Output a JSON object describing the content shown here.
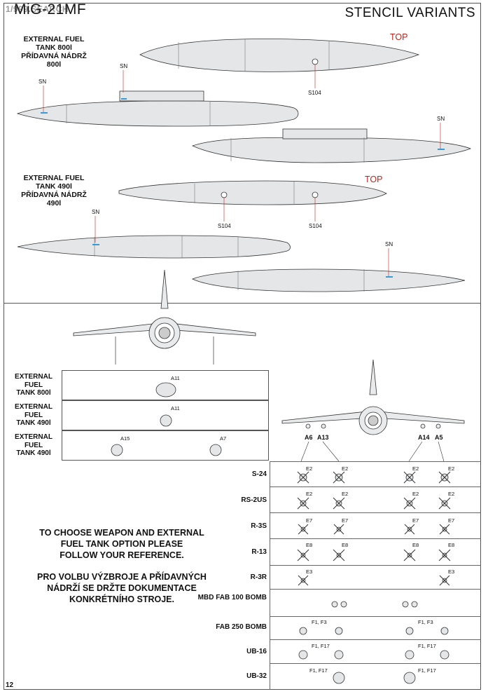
{
  "header": {
    "model": "MiG-21MF",
    "watermark": "1/999.SEARCH",
    "title": "STENCIL VARIANTS"
  },
  "page_number": "12",
  "tanks": {
    "tank800_label": [
      "EXTERNAL FUEL",
      "TANK 800l",
      "PŘÍDAVNÁ NÁDRŽ",
      "800l"
    ],
    "tank490_label": [
      "EXTERNAL FUEL",
      "TANK 490l",
      "PŘÍDAVNÁ NÁDRŽ",
      "490l"
    ],
    "top": "TOP",
    "sn": "SN",
    "s104": "S104"
  },
  "stations": {
    "rows": [
      {
        "label": [
          "EXTERNAL",
          "FUEL",
          "TANK 800l"
        ],
        "codes": [
          "A11"
        ]
      },
      {
        "label": [
          "EXTERNAL",
          "FUEL",
          "TANK 490l"
        ],
        "codes": [
          "A11"
        ]
      },
      {
        "label": [
          "EXTERNAL",
          "FUEL",
          "TANK 490l"
        ],
        "codes": [
          "A15",
          "A7"
        ]
      }
    ],
    "pylons": [
      "A6",
      "A13",
      "A14",
      "A5"
    ]
  },
  "weapons": [
    {
      "name": "S-24",
      "codes": [
        "E2",
        "E2",
        "E2",
        "E2"
      ]
    },
    {
      "name": "RS-2US",
      "codes": [
        "E2",
        "E2",
        "E2",
        "E2"
      ]
    },
    {
      "name": "R-3S",
      "codes": [
        "E7",
        "E7",
        "E7",
        "E7"
      ]
    },
    {
      "name": "R-13",
      "codes": [
        "E8",
        "E8",
        "E8",
        "E8"
      ]
    },
    {
      "name": "R-3R",
      "codes": [
        "E3",
        "E3"
      ]
    },
    {
      "name": "MBD FAB 100 BOMB",
      "codes": []
    },
    {
      "name": "FAB 250 BOMB",
      "codes": [
        "F1, F3",
        "F1, F3"
      ]
    },
    {
      "name": "UB-16",
      "codes": [
        "F1, F17",
        "F1, F17"
      ]
    },
    {
      "name": "UB-32",
      "codes": [
        "F1, F17",
        "F1, F17"
      ]
    }
  ],
  "instructions": {
    "en": [
      "TO CHOOSE WEAPON AND EXTERNAL",
      "FUEL TANK OPTION PLEASE",
      "FOLLOW YOUR REFERENCE."
    ],
    "cz": [
      "PRO VOLBU VÝZBROJE A PŘÍDAVNÝCH",
      "NÁDRŽÍ SE DRŽTE DOKUMENTACE",
      "KONKRÉTNÍHO STROJE."
    ]
  },
  "colors": {
    "tank_fill": "#e4e6e8",
    "marker": "#c0221c",
    "line": "#555555"
  }
}
